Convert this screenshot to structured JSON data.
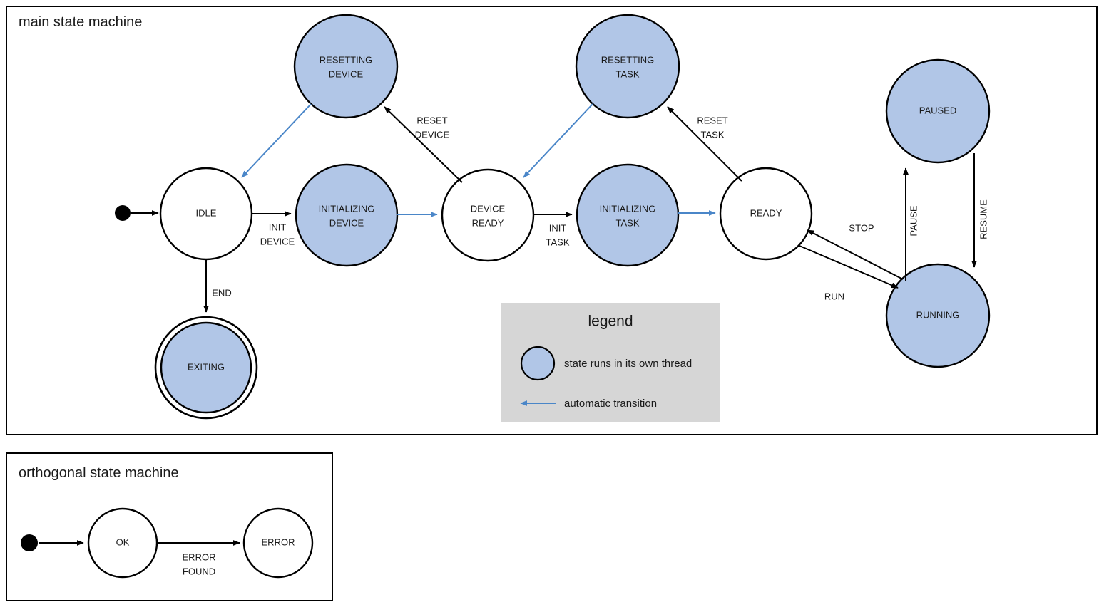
{
  "diagram": {
    "type": "state-machine",
    "colors": {
      "thread_state_fill": "#b1c6e7",
      "plain_state_fill": "#ffffff",
      "auto_transition": "#4a86c8",
      "legend_bg": "#d6d6d6",
      "stroke": "#000000"
    }
  },
  "main": {
    "title": "main state machine",
    "states": [
      {
        "id": "idle",
        "label_line1": "IDLE",
        "label_line2": "",
        "threaded": false,
        "final": false
      },
      {
        "id": "resetting_dev",
        "label_line1": "RESETTING",
        "label_line2": "DEVICE",
        "threaded": true,
        "final": false
      },
      {
        "id": "init_dev",
        "label_line1": "INITIALIZING",
        "label_line2": "DEVICE",
        "threaded": true,
        "final": false
      },
      {
        "id": "device_ready",
        "label_line1": "DEVICE",
        "label_line2": "READY",
        "threaded": false,
        "final": false
      },
      {
        "id": "resetting_task",
        "label_line1": "RESETTING",
        "label_line2": "TASK",
        "threaded": true,
        "final": false
      },
      {
        "id": "init_task",
        "label_line1": "INITIALIZING",
        "label_line2": "TASK",
        "threaded": true,
        "final": false
      },
      {
        "id": "ready",
        "label_line1": "READY",
        "label_line2": "",
        "threaded": false,
        "final": false
      },
      {
        "id": "paused",
        "label_line1": "PAUSED",
        "label_line2": "",
        "threaded": true,
        "final": false
      },
      {
        "id": "running",
        "label_line1": "RUNNING",
        "label_line2": "",
        "threaded": true,
        "final": false
      },
      {
        "id": "exiting",
        "label_line1": "EXITING",
        "label_line2": "",
        "threaded": true,
        "final": true
      }
    ],
    "transitions": [
      {
        "from": "start",
        "to": "idle",
        "label_line1": "",
        "label_line2": "",
        "auto": false
      },
      {
        "from": "idle",
        "to": "init_dev",
        "label_line1": "INIT",
        "label_line2": "DEVICE",
        "auto": false
      },
      {
        "from": "idle",
        "to": "exiting",
        "label_line1": "END",
        "label_line2": "",
        "auto": false
      },
      {
        "from": "init_dev",
        "to": "device_ready",
        "label_line1": "",
        "label_line2": "",
        "auto": true
      },
      {
        "from": "device_ready",
        "to": "resetting_dev",
        "label_line1": "RESET",
        "label_line2": "DEVICE",
        "auto": false
      },
      {
        "from": "resetting_dev",
        "to": "idle",
        "label_line1": "",
        "label_line2": "",
        "auto": true
      },
      {
        "from": "device_ready",
        "to": "init_task",
        "label_line1": "INIT",
        "label_line2": "TASK",
        "auto": false
      },
      {
        "from": "init_task",
        "to": "ready",
        "label_line1": "",
        "label_line2": "",
        "auto": true
      },
      {
        "from": "ready",
        "to": "resetting_task",
        "label_line1": "RESET",
        "label_line2": "TASK",
        "auto": false
      },
      {
        "from": "resetting_task",
        "to": "device_ready",
        "label_line1": "",
        "label_line2": "",
        "auto": true
      },
      {
        "from": "ready",
        "to": "running",
        "label_line1": "RUN",
        "label_line2": "",
        "auto": false
      },
      {
        "from": "running",
        "to": "ready",
        "label_line1": "STOP",
        "label_line2": "",
        "auto": false
      },
      {
        "from": "running",
        "to": "paused",
        "label_line1": "PAUSE",
        "label_line2": "",
        "auto": false
      },
      {
        "from": "paused",
        "to": "running",
        "label_line1": "RESUME",
        "label_line2": "",
        "auto": false
      }
    ],
    "edge_labels": {
      "init_device_1": "INIT",
      "init_device_2": "DEVICE",
      "end": "END",
      "reset_device_1": "RESET",
      "reset_device_2": "DEVICE",
      "init_task_1": "INIT",
      "init_task_2": "TASK",
      "reset_task_1": "RESET",
      "reset_task_2": "TASK",
      "run": "RUN",
      "stop": "STOP",
      "pause": "PAUSE",
      "resume": "RESUME"
    },
    "state_labels": {
      "idle": "IDLE",
      "resetting_device_1": "RESETTING",
      "resetting_device_2": "DEVICE",
      "initializing_device_1": "INITIALIZING",
      "initializing_device_2": "DEVICE",
      "device_ready_1": "DEVICE",
      "device_ready_2": "READY",
      "resetting_task_1": "RESETTING",
      "resetting_task_2": "TASK",
      "initializing_task_1": "INITIALIZING",
      "initializing_task_2": "TASK",
      "ready": "READY",
      "paused": "PAUSED",
      "running": "RUNNING",
      "exiting": "EXITING"
    }
  },
  "legend": {
    "title": "legend",
    "items": [
      {
        "kind": "swatch",
        "label": "state runs in its own thread"
      },
      {
        "kind": "arrow",
        "label": "automatic transition"
      }
    ],
    "swatch_label": "state runs in its own thread",
    "arrow_label": "automatic transition"
  },
  "orthogonal": {
    "title": "orthogonal state machine",
    "states": [
      {
        "id": "ok",
        "label": "OK"
      },
      {
        "id": "error",
        "label": "ERROR"
      }
    ],
    "state_labels": {
      "ok": "OK",
      "error": "ERROR"
    },
    "transitions": [
      {
        "from": "start",
        "to": "ok",
        "label_line1": "",
        "label_line2": ""
      },
      {
        "from": "ok",
        "to": "error",
        "label_line1": "ERROR",
        "label_line2": "FOUND"
      }
    ],
    "edge_labels": {
      "error_found_1": "ERROR",
      "error_found_2": "FOUND"
    }
  }
}
